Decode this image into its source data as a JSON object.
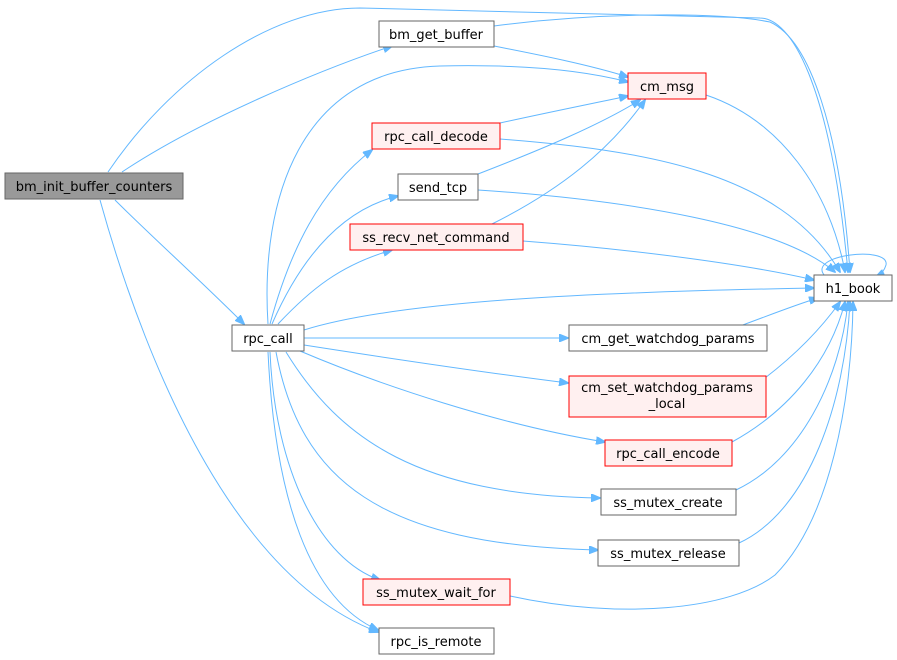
{
  "colors": {
    "edge": "#63b8ff",
    "node_plain_fill": "#ffffff",
    "node_plain_stroke": "#666666",
    "node_red_fill": "#fff0f0",
    "node_red_stroke": "#ff0000",
    "node_root_fill": "#999999"
  },
  "nodes": {
    "bm_init_buffer_counters": {
      "label": "bm_init_buffer_counters",
      "style": "root"
    },
    "bm_get_buffer": {
      "label": "bm_get_buffer",
      "style": "plain"
    },
    "cm_msg": {
      "label": "cm_msg",
      "style": "red"
    },
    "rpc_call_decode": {
      "label": "rpc_call_decode",
      "style": "red"
    },
    "send_tcp": {
      "label": "send_tcp",
      "style": "plain"
    },
    "ss_recv_net_command": {
      "label": "ss_recv_net_command",
      "style": "red"
    },
    "h1_book": {
      "label": "h1_book",
      "style": "plain"
    },
    "rpc_call": {
      "label": "rpc_call",
      "style": "plain"
    },
    "cm_get_watchdog_params": {
      "label": "cm_get_watchdog_params",
      "style": "plain"
    },
    "cm_set_watchdog_params_local": {
      "label_line1": "cm_set_watchdog_params",
      "label_line2": "_local",
      "style": "red"
    },
    "rpc_call_encode": {
      "label": "rpc_call_encode",
      "style": "red"
    },
    "ss_mutex_create": {
      "label": "ss_mutex_create",
      "style": "plain"
    },
    "ss_mutex_release": {
      "label": "ss_mutex_release",
      "style": "plain"
    },
    "ss_mutex_wait_for": {
      "label": "ss_mutex_wait_for",
      "style": "red"
    },
    "rpc_is_remote": {
      "label": "rpc_is_remote",
      "style": "plain"
    }
  },
  "edges": [
    [
      "bm_init_buffer_counters",
      "bm_get_buffer"
    ],
    [
      "bm_init_buffer_counters",
      "h1_book"
    ],
    [
      "bm_init_buffer_counters",
      "rpc_call"
    ],
    [
      "bm_init_buffer_counters",
      "rpc_is_remote"
    ],
    [
      "bm_get_buffer",
      "cm_msg"
    ],
    [
      "bm_get_buffer",
      "h1_book"
    ],
    [
      "cm_msg",
      "h1_book"
    ],
    [
      "rpc_call_decode",
      "cm_msg"
    ],
    [
      "rpc_call_decode",
      "h1_book"
    ],
    [
      "send_tcp",
      "cm_msg"
    ],
    [
      "send_tcp",
      "h1_book"
    ],
    [
      "ss_recv_net_command",
      "cm_msg"
    ],
    [
      "ss_recv_net_command",
      "h1_book"
    ],
    [
      "h1_book",
      "h1_book"
    ],
    [
      "rpc_call",
      "cm_msg"
    ],
    [
      "rpc_call",
      "rpc_call_decode"
    ],
    [
      "rpc_call",
      "send_tcp"
    ],
    [
      "rpc_call",
      "ss_recv_net_command"
    ],
    [
      "rpc_call",
      "h1_book"
    ],
    [
      "rpc_call",
      "cm_get_watchdog_params"
    ],
    [
      "rpc_call",
      "cm_set_watchdog_params_local"
    ],
    [
      "rpc_call",
      "rpc_call_encode"
    ],
    [
      "rpc_call",
      "ss_mutex_create"
    ],
    [
      "rpc_call",
      "ss_mutex_release"
    ],
    [
      "rpc_call",
      "ss_mutex_wait_for"
    ],
    [
      "rpc_call",
      "rpc_is_remote"
    ],
    [
      "cm_get_watchdog_params",
      "h1_book"
    ],
    [
      "cm_set_watchdog_params_local",
      "h1_book"
    ],
    [
      "rpc_call_encode",
      "h1_book"
    ],
    [
      "ss_mutex_create",
      "h1_book"
    ],
    [
      "ss_mutex_release",
      "h1_book"
    ],
    [
      "ss_mutex_wait_for",
      "h1_book"
    ]
  ]
}
